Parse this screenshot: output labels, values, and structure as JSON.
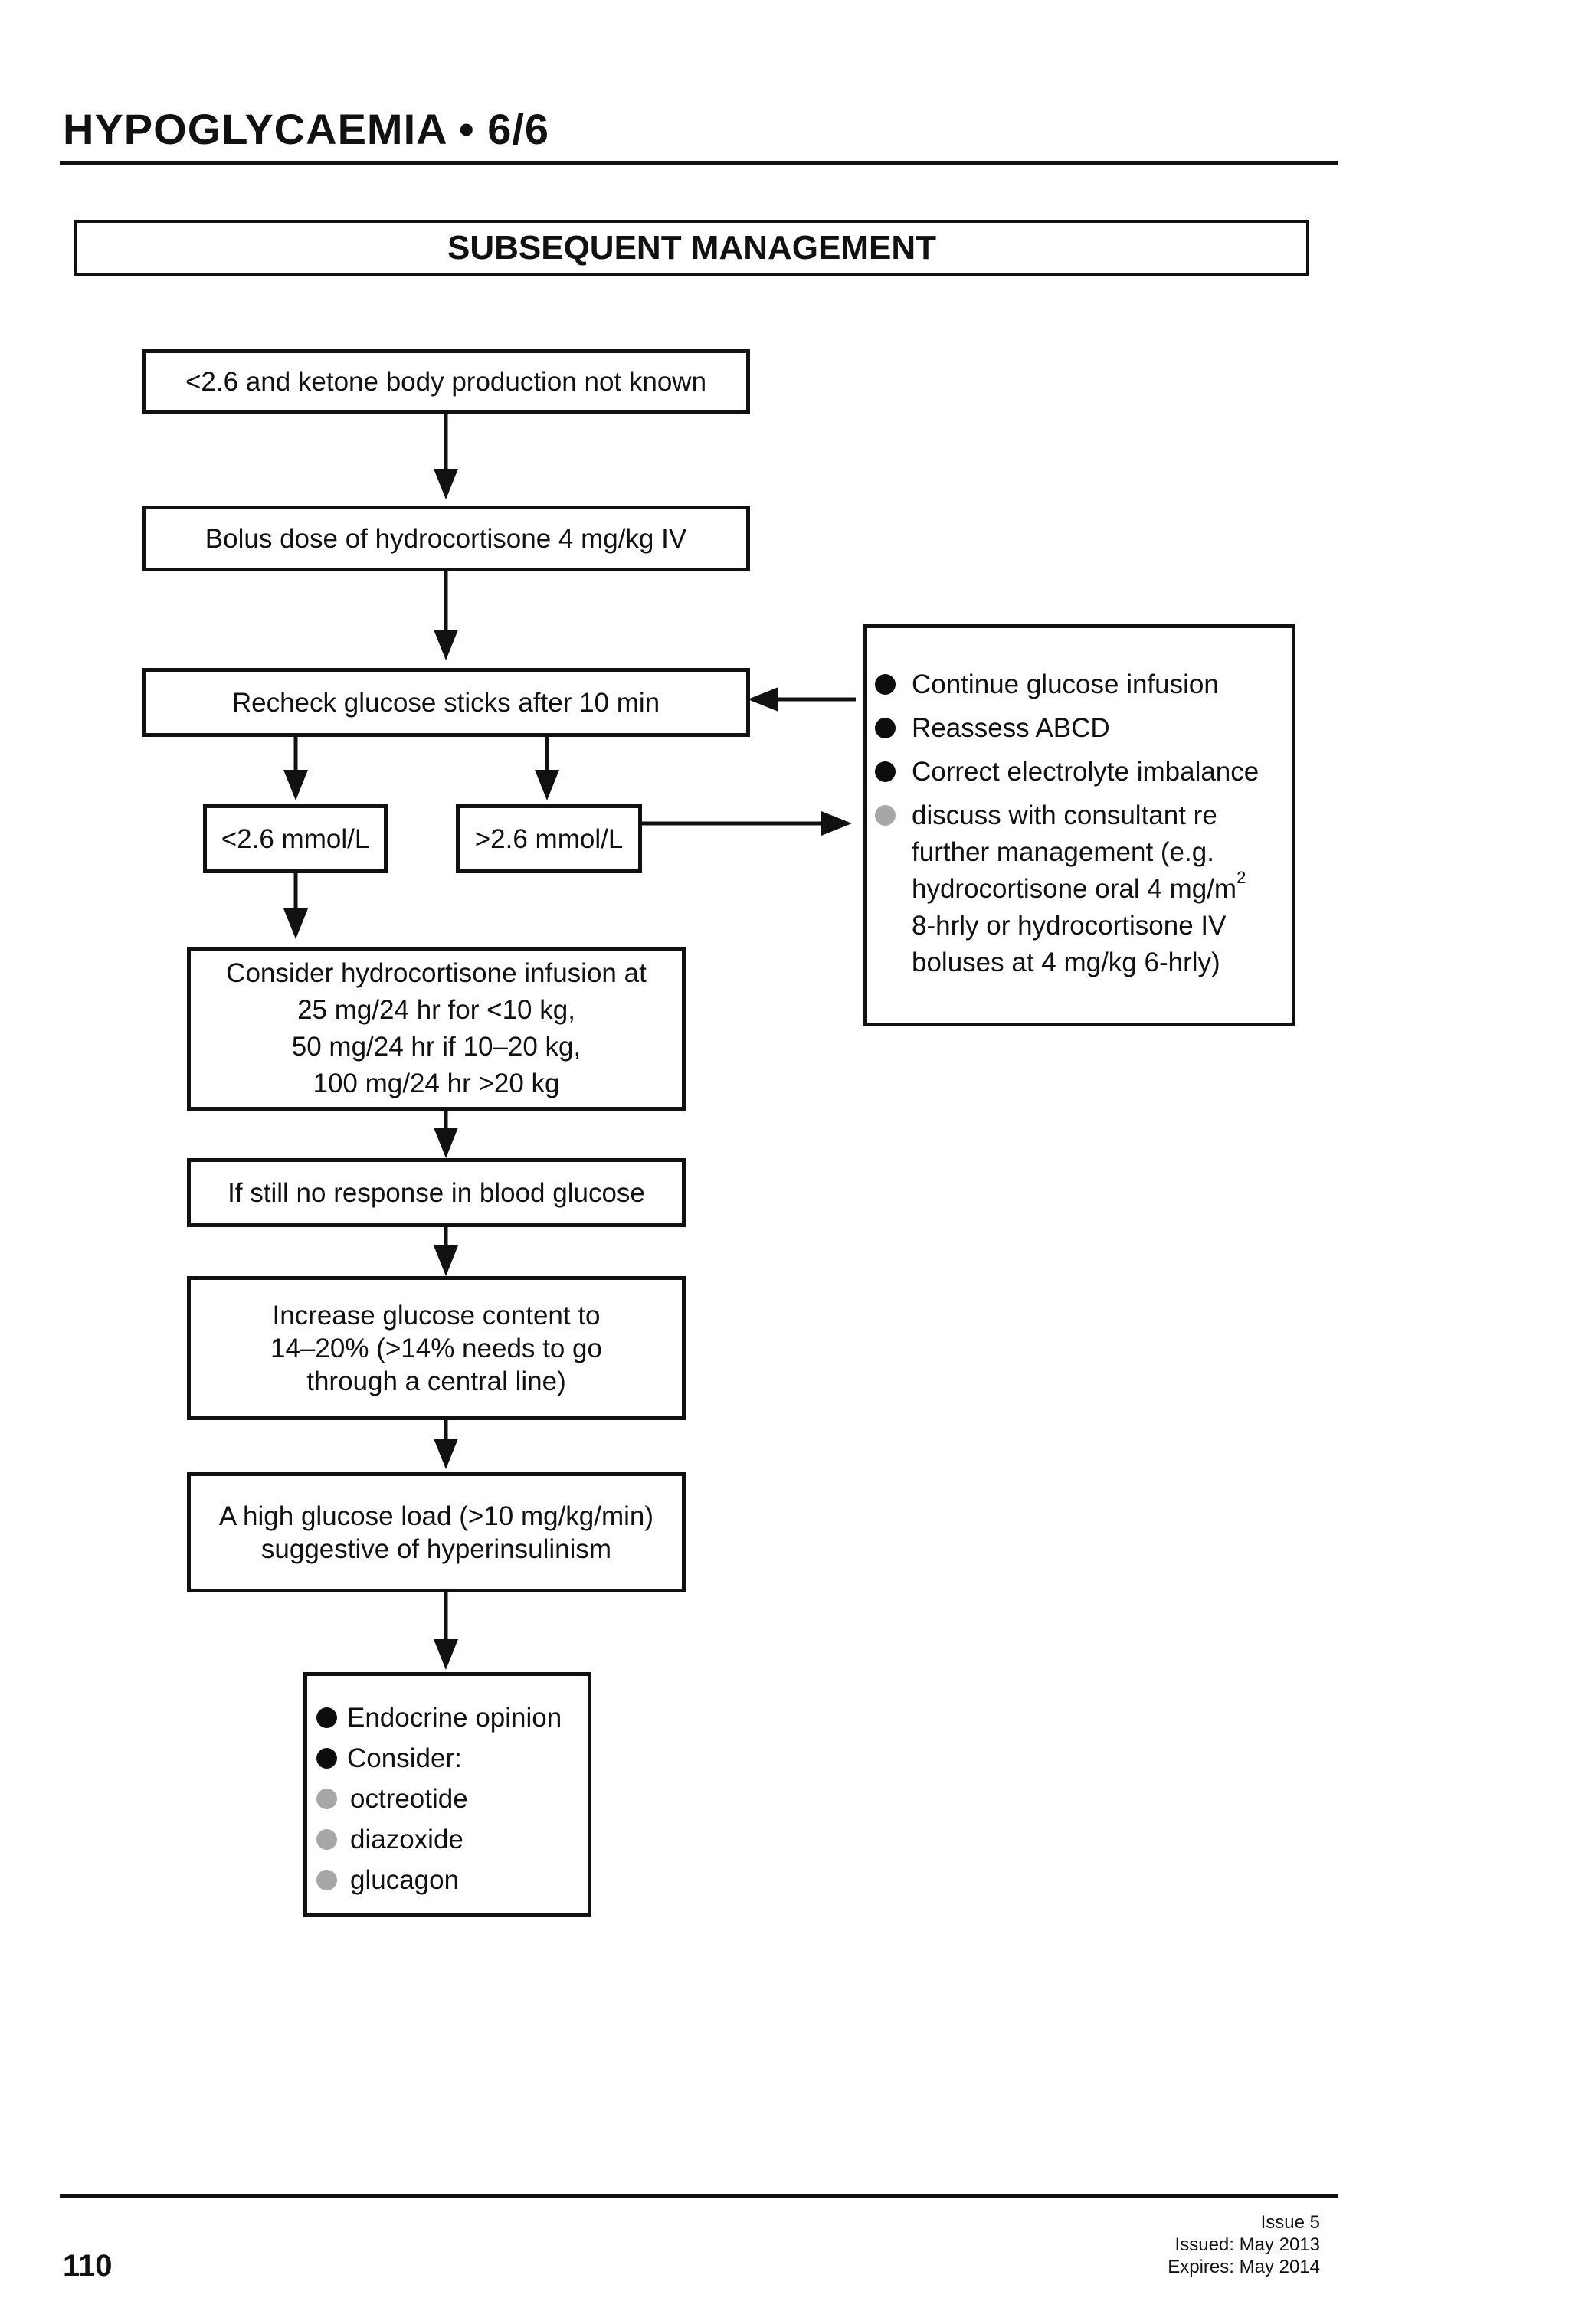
{
  "header": {
    "title": "HYPOGLYCAEMIA • 6/6"
  },
  "section": {
    "title": "SUBSEQUENT MANAGEMENT"
  },
  "flow": {
    "start": "<2.6 and ketone body production not known",
    "bolus": "Bolus dose of hydrocortisone 4 mg/kg IV",
    "recheck": "Recheck glucose sticks after 10 min",
    "low": "<2.6 mmol/L",
    "high": ">2.6 mmol/L",
    "infusion": [
      "Consider hydrocortisone infusion at",
      "25 mg/24 hr for <10 kg,",
      "50 mg/24 hr if 10–20 kg,",
      "100 mg/24 hr >20 kg"
    ],
    "no_response": "If still no response in blood glucose",
    "increase": [
      "Increase glucose content to",
      "14–20% (>14% needs to go",
      "through a central line)"
    ],
    "high_load": [
      "A high glucose load (>10 mg/kg/min)",
      "suggestive of hyperinsulinism"
    ]
  },
  "side_box": {
    "items": [
      {
        "bullet": "black",
        "lines": [
          "Continue glucose infusion"
        ]
      },
      {
        "bullet": "black",
        "lines": [
          "Reassess ABCD"
        ]
      },
      {
        "bullet": "black",
        "lines": [
          "Correct electrolyte imbalance"
        ]
      },
      {
        "bullet": "grey",
        "lines": [
          "discuss with consultant re",
          "further management (e.g.",
          "hydrocortisone oral 4 mg/m",
          "8-hrly or hydrocortisone IV",
          "boluses at 4 mg/kg 6-hrly)"
        ]
      }
    ],
    "superscript": "2"
  },
  "endocrine_box": {
    "items": [
      {
        "bullet": "black",
        "text": "Endocrine opinion"
      },
      {
        "bullet": "black",
        "text": "Consider:"
      },
      {
        "bullet": "grey",
        "text": "octreotide"
      },
      {
        "bullet": "grey",
        "text": "diazoxide"
      },
      {
        "bullet": "grey",
        "text": "glucagon"
      }
    ]
  },
  "footer": {
    "page_number": "110",
    "issue": "Issue 5",
    "issued": "Issued: May 2013",
    "expires": "Expires: May 2014"
  },
  "colors": {
    "ink": "#111111",
    "grey_bullet": "#a7a7a7"
  }
}
